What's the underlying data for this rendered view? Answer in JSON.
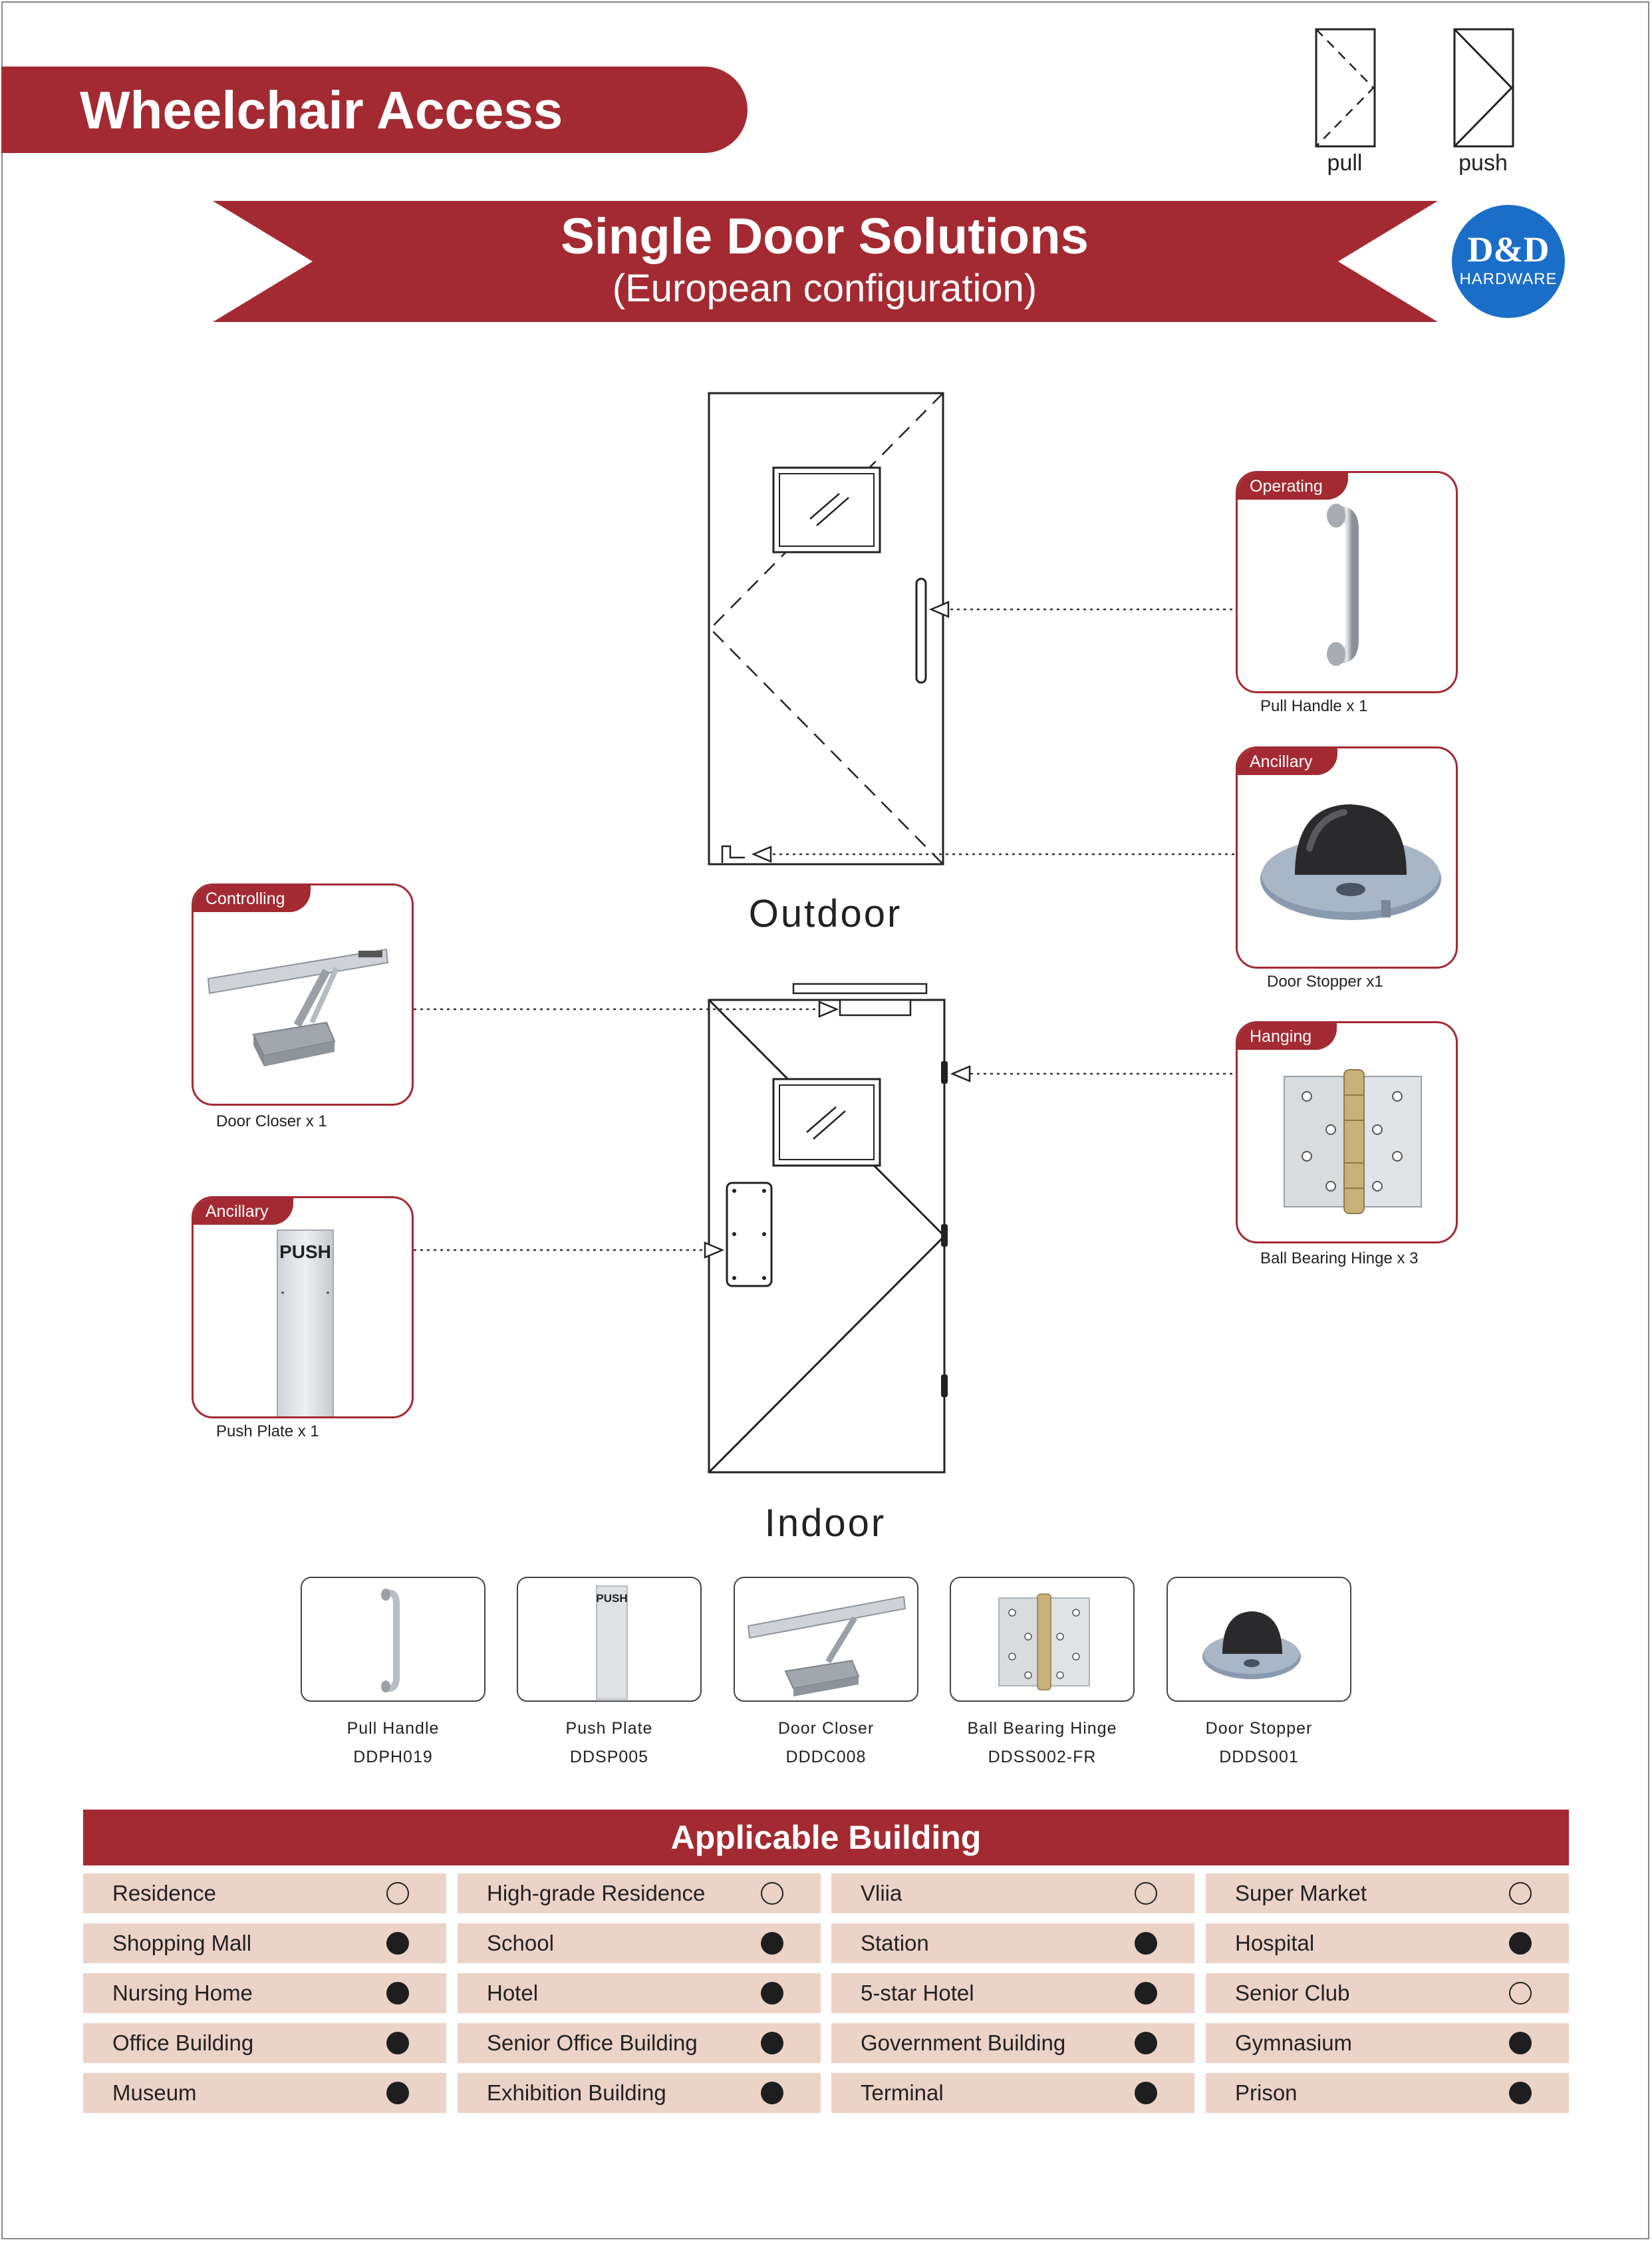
{
  "header": {
    "title": "Wheelchair Access"
  },
  "legend": {
    "pull_label": "pull",
    "push_label": "push"
  },
  "banner": {
    "title": "Single Door Solutions",
    "subtitle": "(European configuration)"
  },
  "logo": {
    "name": "D&D",
    "sub": "HARDWARE"
  },
  "doors": {
    "outdoor_label": "Outdoor",
    "indoor_label": "Indoor"
  },
  "cards": [
    {
      "tag": "Operating",
      "caption": "Pull Handle x 1",
      "icon": "pull-handle-icon"
    },
    {
      "tag": "Ancillary",
      "caption": "Door Stopper x1",
      "icon": "door-stopper-icon"
    },
    {
      "tag": "Hanging",
      "caption": "Ball Bearing Hinge x 3",
      "icon": "hinge-icon"
    },
    {
      "tag": "Controlling",
      "caption": "Door Closer x 1",
      "icon": "door-closer-icon"
    },
    {
      "tag": "Ancillary",
      "caption": "Push Plate x 1",
      "icon": "push-plate-icon",
      "plate_text": "PUSH"
    }
  ],
  "products": [
    {
      "name": "Pull Handle",
      "code": "DDPH019"
    },
    {
      "name": "Push Plate",
      "code": "DDSP005",
      "plate_text": "PUSH"
    },
    {
      "name": "Door Closer",
      "code": "DDDC008"
    },
    {
      "name": "Ball Bearing Hinge",
      "code": "DDSS002-FR"
    },
    {
      "name": "Door Stopper",
      "code": "DDDS001"
    }
  ],
  "applicable": {
    "title": "Applicable Building",
    "colors": {
      "header": "#a32a32",
      "row": "#ecd3c8",
      "dot": "#1e1e1e"
    },
    "rows": [
      [
        {
          "name": "Residence",
          "applicable": false
        },
        {
          "name": "High-grade Residence",
          "applicable": false
        },
        {
          "name": "Vliia",
          "applicable": false
        },
        {
          "name": "Super Market",
          "applicable": false
        }
      ],
      [
        {
          "name": "Shopping Mall",
          "applicable": true
        },
        {
          "name": "School",
          "applicable": true
        },
        {
          "name": "Station",
          "applicable": true
        },
        {
          "name": "Hospital",
          "applicable": true
        }
      ],
      [
        {
          "name": "Nursing Home",
          "applicable": true
        },
        {
          "name": "Hotel",
          "applicable": true
        },
        {
          "name": "5-star Hotel",
          "applicable": true
        },
        {
          "name": "Senior Club",
          "applicable": false
        }
      ],
      [
        {
          "name": "Office Building",
          "applicable": true
        },
        {
          "name": "Senior Office Building",
          "applicable": true
        },
        {
          "name": "Government Building",
          "applicable": true
        },
        {
          "name": "Gymnasium",
          "applicable": true
        }
      ],
      [
        {
          "name": "Museum",
          "applicable": true
        },
        {
          "name": "Exhibition Building",
          "applicable": true
        },
        {
          "name": "Terminal",
          "applicable": true
        },
        {
          "name": "Prison",
          "applicable": true
        }
      ]
    ]
  }
}
